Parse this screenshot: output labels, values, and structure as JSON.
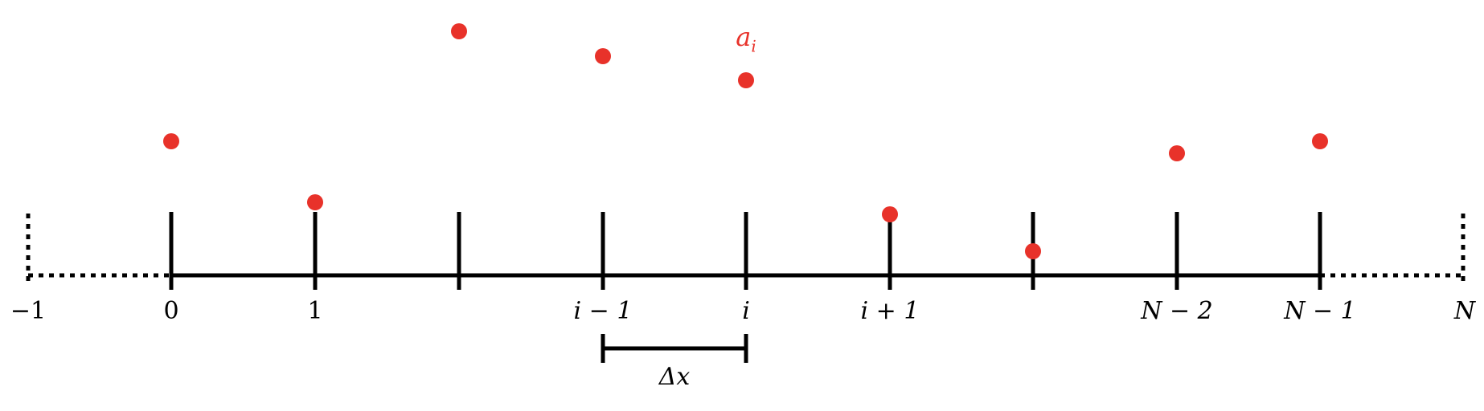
{
  "diagram": {
    "colors": {
      "axis": "#000000",
      "point": "#e8322a"
    },
    "tick_labels": [
      {
        "id": "minus-one",
        "text": "−1"
      },
      {
        "id": "zero",
        "text": "0"
      },
      {
        "id": "one",
        "text": "1"
      },
      {
        "id": "i-minus-one",
        "text": "i − 1"
      },
      {
        "id": "i",
        "text": "i"
      },
      {
        "id": "i-plus-one",
        "text": "i + 1"
      },
      {
        "id": "n-minus-two",
        "text": "N − 2"
      },
      {
        "id": "n-minus-one",
        "text": "N − 1"
      },
      {
        "id": "n",
        "text": "N"
      }
    ],
    "point_label": {
      "base": "a",
      "sub": "i"
    },
    "spacing_label": "Δx"
  }
}
